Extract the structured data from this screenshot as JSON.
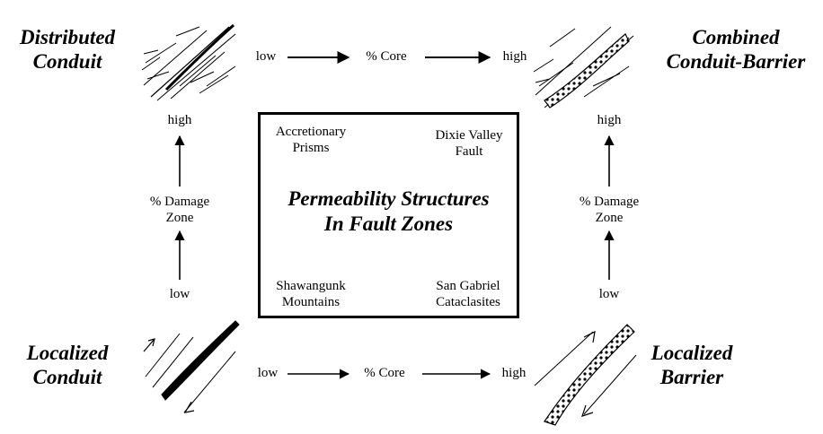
{
  "corners": {
    "top_left": [
      "Distributed",
      "Conduit"
    ],
    "top_right": [
      "Combined",
      "Conduit-Barrier"
    ],
    "bottom_left": [
      "Localized",
      "Conduit"
    ],
    "bottom_right": [
      "Localized",
      "Barrier"
    ]
  },
  "top_axis": {
    "low": "low",
    "mid": "% Core",
    "high": "high"
  },
  "bottom_axis": {
    "low": "low",
    "mid": "% Core",
    "high": "high"
  },
  "left_axis": {
    "high": "high",
    "mid": [
      "% Damage",
      "Zone"
    ],
    "low": "low"
  },
  "right_axis": {
    "high": "high",
    "mid": [
      "% Damage",
      "Zone"
    ],
    "low": "low"
  },
  "center_box": {
    "title": [
      "Permeability Structures",
      "In Fault Zones"
    ],
    "top_left": [
      "Accretionary",
      "Prisms"
    ],
    "top_right": [
      "Dixie Valley",
      "Fault"
    ],
    "bottom_left": [
      "Shawangunk",
      "Mountains"
    ],
    "bottom_right": [
      "San Gabriel",
      "Cataclasites"
    ]
  },
  "colors": {
    "ink": "#000000",
    "background": "#ffffff"
  }
}
